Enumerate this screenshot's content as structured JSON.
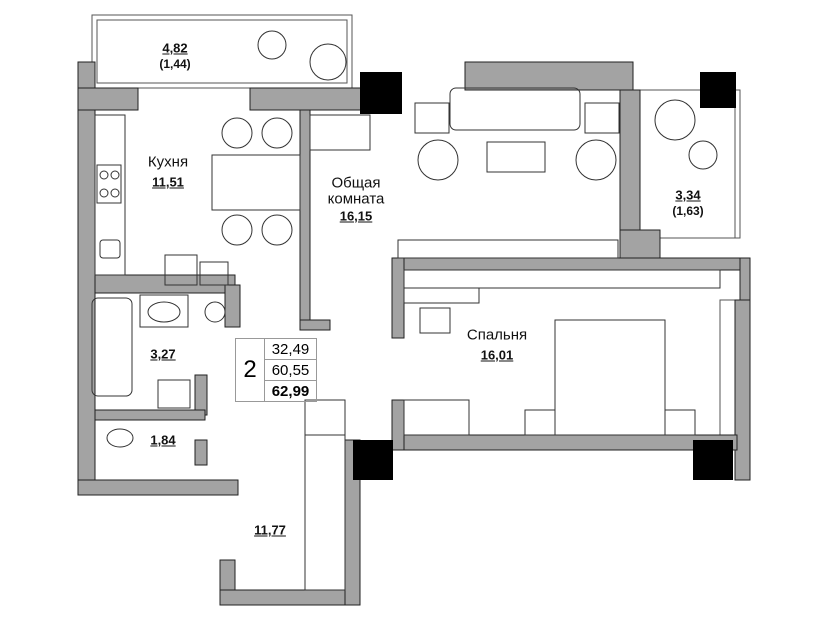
{
  "plan": {
    "rooms_count": "2",
    "living_area": "32,49",
    "total_area": "60,55",
    "total_area_with_balconies": "62,99",
    "rooms": [
      {
        "name": "Кухня",
        "area": "11,51"
      },
      {
        "name": "Общая комната",
        "name_line1": "Общая",
        "name_line2": "комната",
        "area": "16,15"
      },
      {
        "name": "Спальня",
        "area": "16,01"
      },
      {
        "name": "",
        "area": "3,27"
      },
      {
        "name": "",
        "area": "1,84"
      },
      {
        "name": "",
        "area": "11,77"
      }
    ],
    "balconies": [
      {
        "area": "4,82",
        "reduced": "(1,44)"
      },
      {
        "area": "3,34",
        "reduced": "(1,63)"
      }
    ]
  },
  "colors": {
    "wall": "#a3a3a3",
    "column": "#000000",
    "line": "#333333"
  }
}
